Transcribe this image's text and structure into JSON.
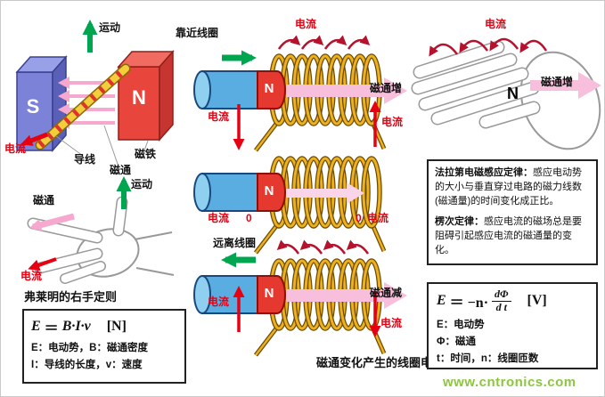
{
  "bar_magnet": {
    "motion": "运动",
    "magnet": "磁铁",
    "s": "S",
    "n": "N",
    "current": "电流",
    "wire": "导线",
    "flux": "磁通"
  },
  "fleming_hand": {
    "flux": "磁通",
    "motion": "运动",
    "current": "电流",
    "title": "弗莱明的右手定则"
  },
  "fleming_box": {
    "lhs": "E",
    "eq": "＝",
    "rhs": "B·I·v",
    "unit": "[N]",
    "line1": "E：电动势，B：磁通密度",
    "line2": "I：导线的长度，v：速度"
  },
  "coils": {
    "approach": "靠近线圈",
    "recede": "远离线圈",
    "current": "电流",
    "zero": "0",
    "n": "N",
    "flux_increase": "磁通增",
    "flux_decrease": "磁通减",
    "caption": "磁通变化产生的线圈电流"
  },
  "grip_hand": {
    "current": "电流",
    "n": "N",
    "flux_increase": "磁通增"
  },
  "laws_box": {
    "faraday_title": "法拉第电磁感应定律：",
    "faraday_body": "感应电动势的大小与垂直穿过电路的磁力线数(磁通量)的时间变化成正比。",
    "lenz_title": "楞次定律：",
    "lenz_body": "感应电流的磁场总是要阻碍引起感应电流的磁通量的变化。"
  },
  "faraday_box": {
    "lhs": "E",
    "mid": "＝ −n·",
    "num": "dΦ",
    "den": "d t",
    "unit": "[V]",
    "line1": "E：电动势",
    "line2": "Φ：磁通",
    "line3": "t：时间，n：线圈匝数"
  },
  "watermark": "www.cntronics.com",
  "colors": {
    "green_arrow": "#00A550",
    "pink_flux": "#F8BFDD",
    "red_current": "#E60012",
    "dark_red_arrow": "#B5122E",
    "coil_yellow": "#EDB11F",
    "magnet_blue": "#59ADE0",
    "magnet_red": "#E5382E",
    "watermark_green": "#8CC63E"
  }
}
